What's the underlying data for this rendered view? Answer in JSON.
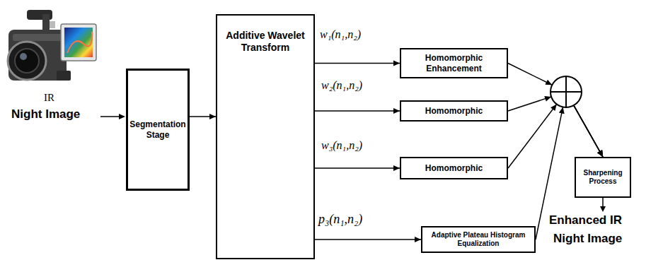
{
  "diagram": {
    "nodes": [
      {
        "text": [
          "Segmentation Stage"
        ]
      },
      {
        "text": [
          "Additive Wavelet Transform"
        ]
      },
      {
        "text": [
          "Homomorphic Enhancement"
        ]
      },
      {
        "text": [
          "Homomorphic"
        ]
      },
      {
        "text": [
          "Homomorphic"
        ]
      },
      {
        "text": [
          "Sharpening Process"
        ]
      },
      {
        "text": [
          "Adaptive Plateau Histogram Equalization"
        ]
      }
    ],
    "edges": [
      {
        "from": 0,
        "to": 1,
        "arrow": "to"
      },
      {
        "from": 1,
        "to": 2,
        "label": "w₁(n₁,n₂)",
        "arrow": "to"
      },
      {
        "from": 1,
        "to": 3,
        "label": "w₂(n₁,n₂)",
        "arrow": "to"
      },
      {
        "from": 1,
        "to": 4,
        "label": "w₃(n₁,n₂)",
        "arrow": "to"
      },
      {
        "from": 1,
        "to": 6,
        "label": "p₃(n₁,n₂)",
        "arrow": "to"
      },
      {
        "from": 2,
        "to": 5,
        "arrow": "to"
      },
      {
        "from": 3,
        "to": 5,
        "arrow": "to"
      },
      {
        "from": 4,
        "to": 5,
        "arrow": "to"
      },
      {
        "from": 6,
        "to": 5,
        "arrow": "to"
      }
    ],
    "labels": [
      "IR",
      "Night Image",
      "Enhanced IR",
      "Night Image"
    ]
  }
}
